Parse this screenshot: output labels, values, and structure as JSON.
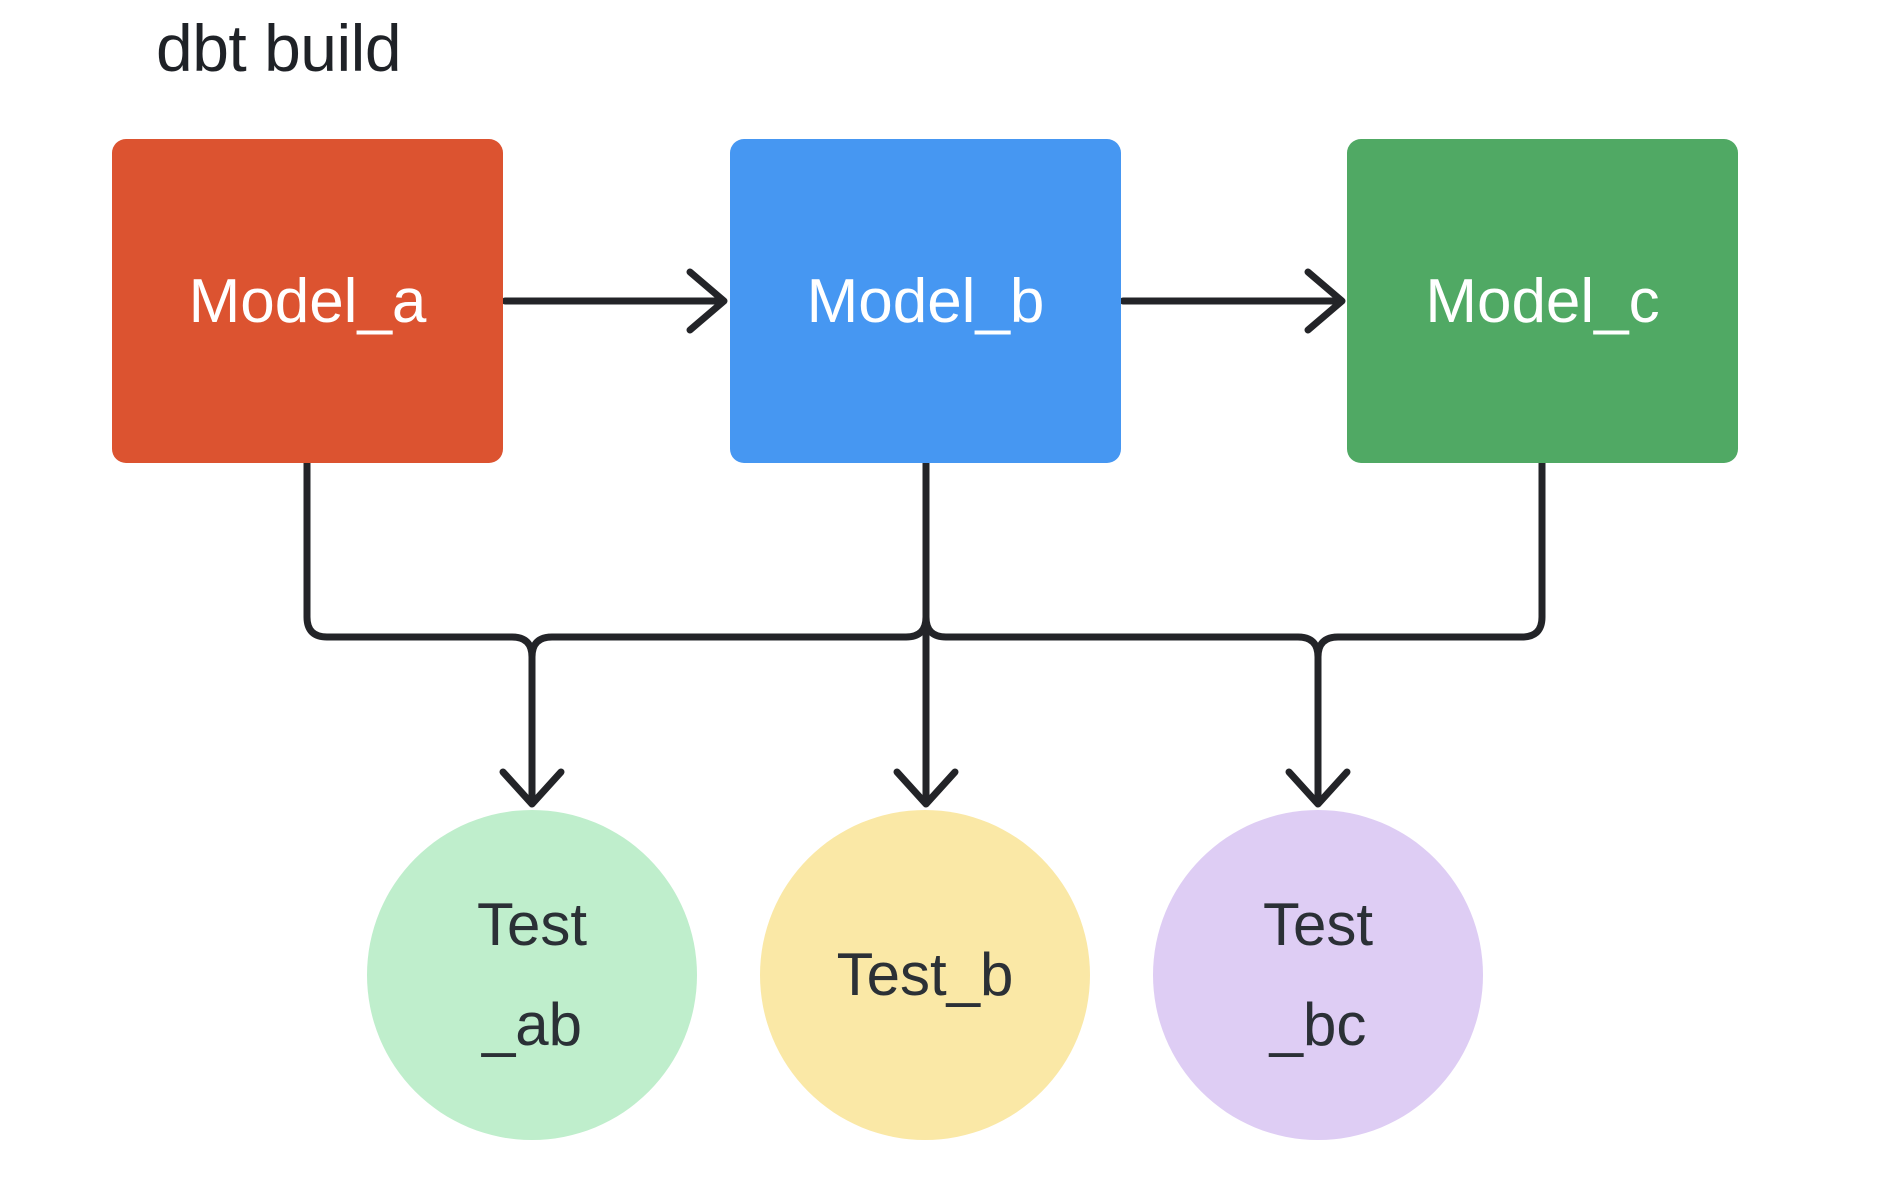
{
  "title": "dbt build",
  "colors": {
    "background": "#ffffff",
    "line": "#232428",
    "title_text": "#1f2227",
    "box_text": "#ffffff",
    "circle_text": "#2b3036",
    "model_a": "#dc5330",
    "model_b": "#4697f2",
    "model_c": "#50a964",
    "test_ab": "#bfeecc",
    "test_b": "#fae8a6",
    "test_bc": "#decdf4"
  },
  "models": [
    {
      "id": "model_a",
      "label": "Model_a"
    },
    {
      "id": "model_b",
      "label": "Model_b"
    },
    {
      "id": "model_c",
      "label": "Model_c"
    }
  ],
  "tests": [
    {
      "id": "test_ab",
      "label": "Test_ab",
      "label_lines": [
        "Test",
        "_ab"
      ]
    },
    {
      "id": "test_b",
      "label": "Test_b",
      "label_lines": [
        "Test_b"
      ]
    },
    {
      "id": "test_bc",
      "label": "Test_bc",
      "label_lines": [
        "Test",
        "_bc"
      ]
    }
  ],
  "edges": [
    {
      "from": "Model_a",
      "to": "Model_b"
    },
    {
      "from": "Model_b",
      "to": "Model_c"
    },
    {
      "from": "Model_a",
      "to": "Test_ab"
    },
    {
      "from": "Model_b",
      "to": "Test_ab"
    },
    {
      "from": "Model_b",
      "to": "Test_b"
    },
    {
      "from": "Model_b",
      "to": "Test_bc"
    },
    {
      "from": "Model_c",
      "to": "Test_bc"
    }
  ]
}
